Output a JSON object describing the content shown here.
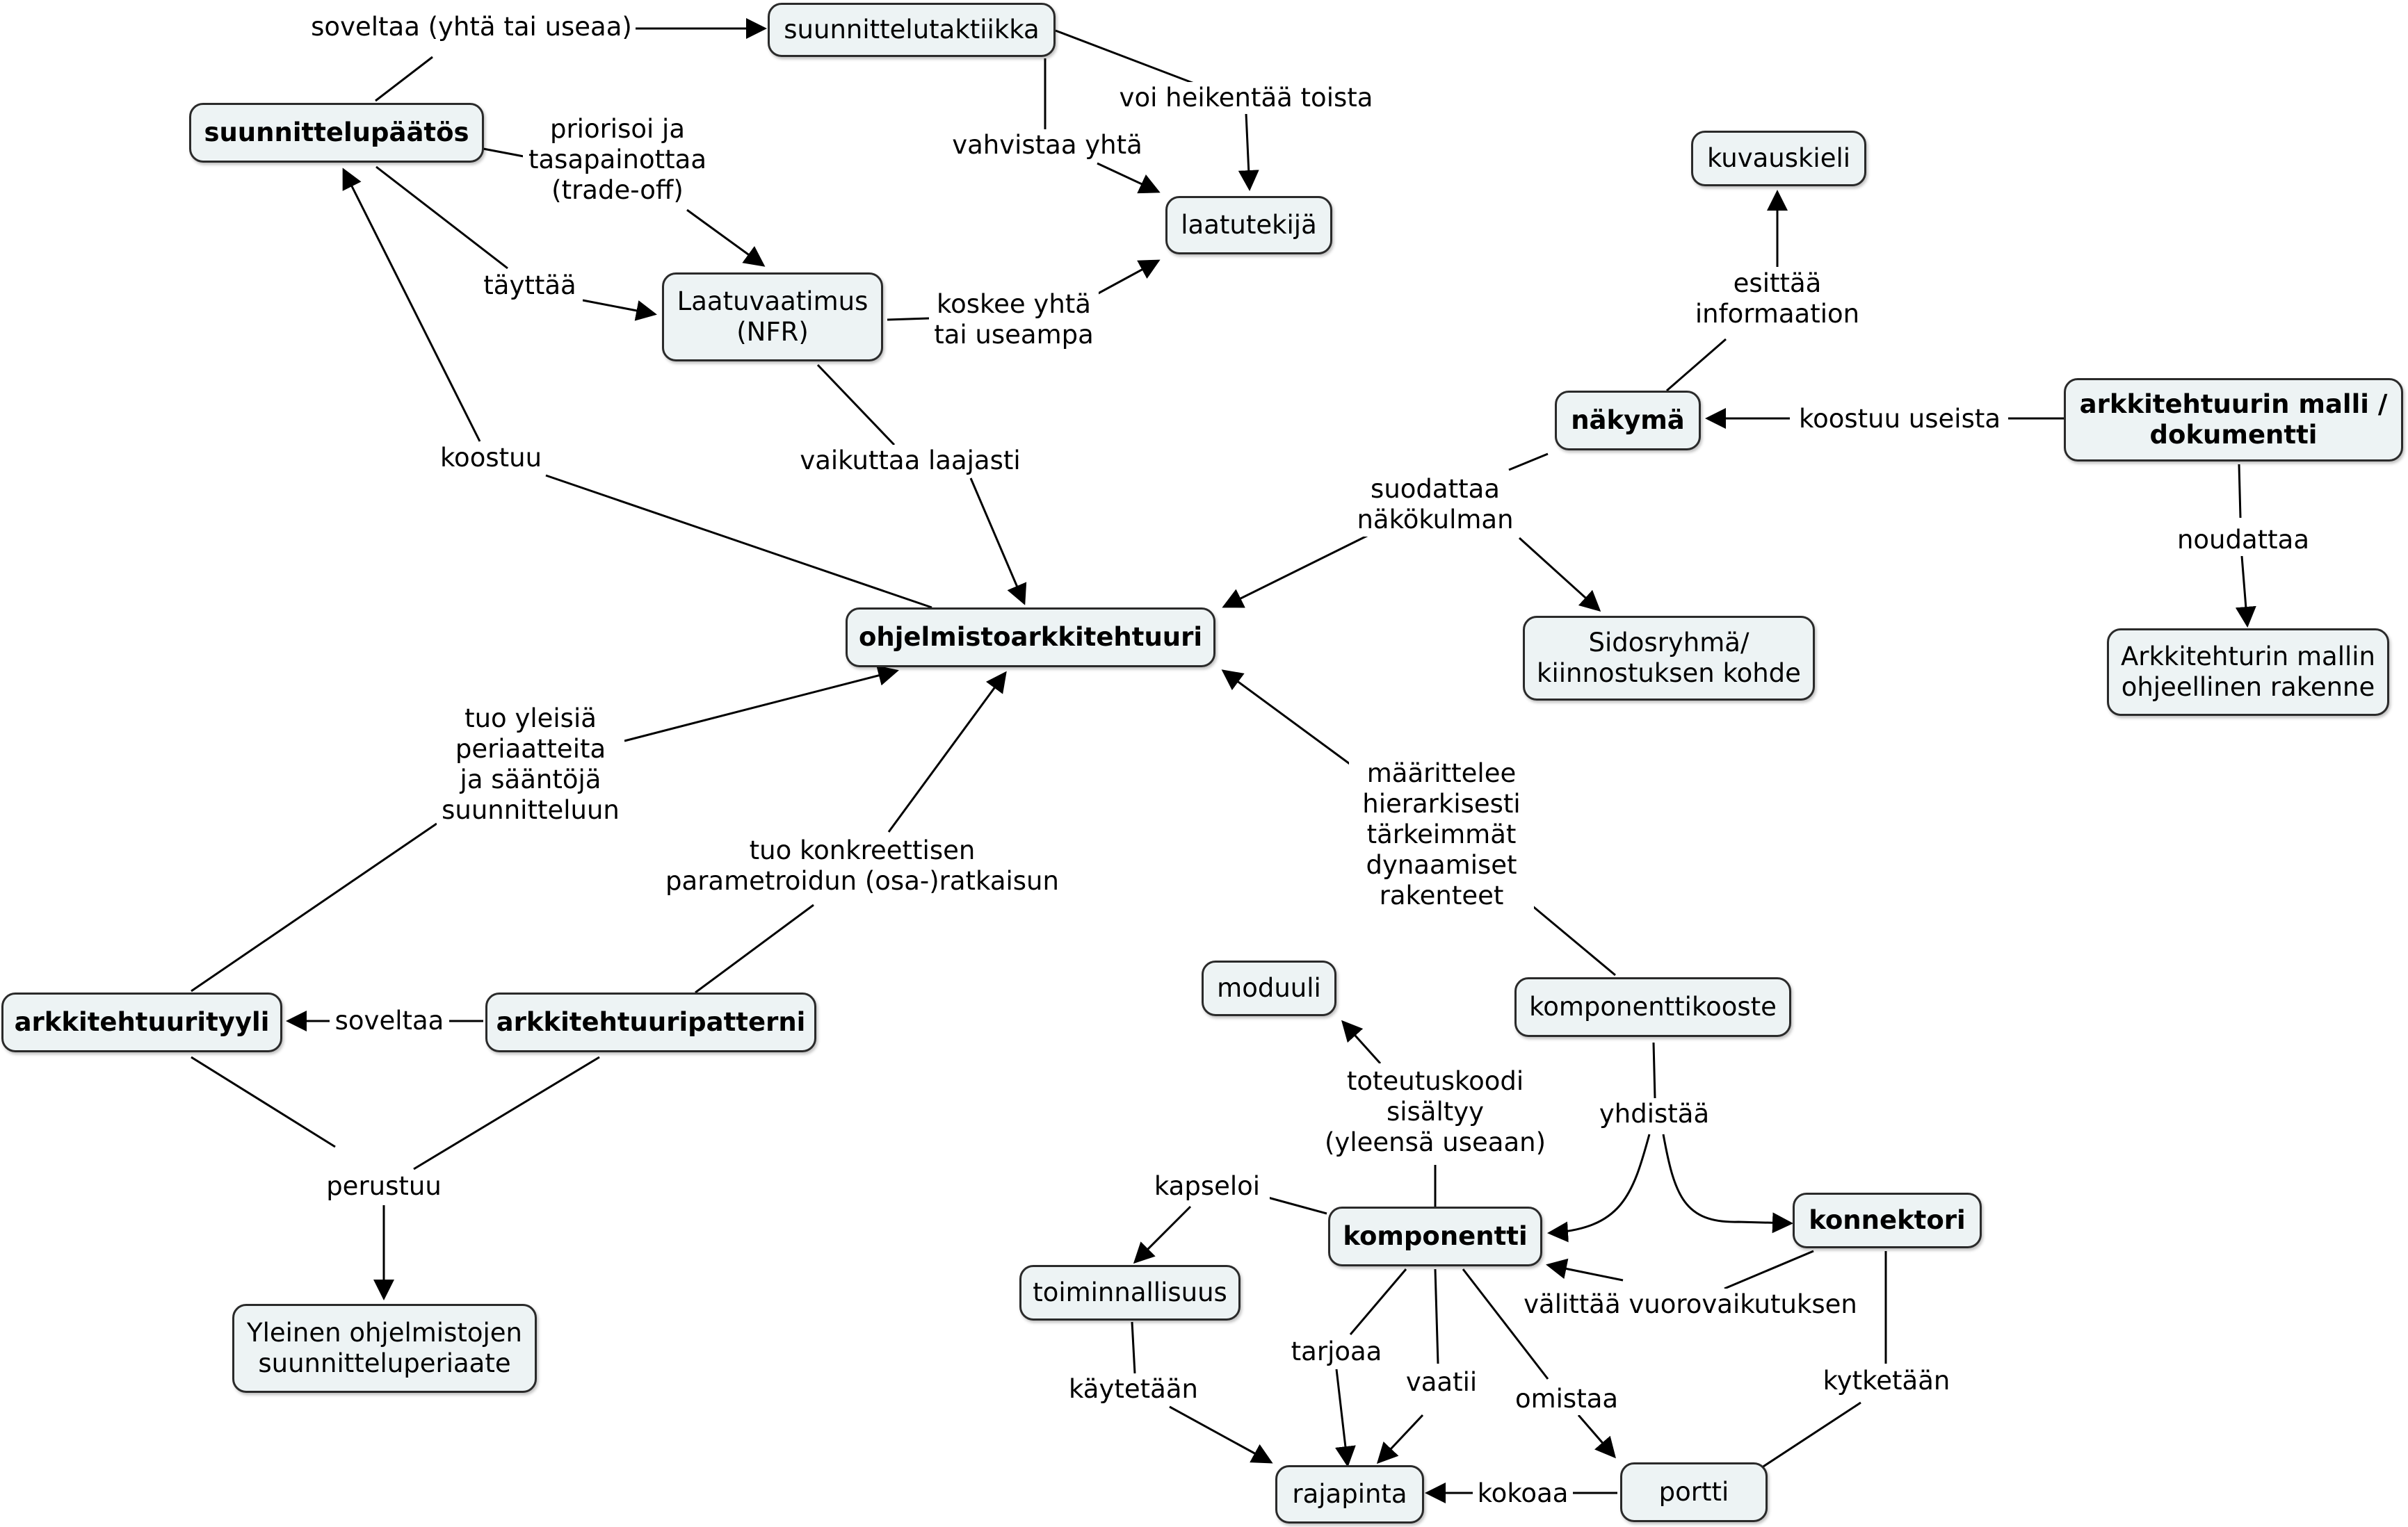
{
  "nodes": {
    "suunnittelupaatos": "suunnittelupäätös",
    "suunnittelutaktiikka": "suunnittelutaktiikka",
    "laatutekija": "laatutekijä",
    "laatuvaatimus": "Laatuvaatimus\n(NFR)",
    "kuvauskieli": "kuvauskieli",
    "nakyma": "näkymä",
    "arkkitehtuurin_malli": "arkkitehtuurin malli /\ndokumentti",
    "ohjelmistoarkkitehtuuri": "ohjelmistoarkkitehtuuri",
    "sidosryhma": "Sidosryhmä/\nkiinnostuksen kohde",
    "mallin_rakenne": "Arkkitehturin mallin\nohjeellinen rakenne",
    "arkkitehtuurityyli": "arkkitehtuurityyli",
    "arkkitehtuuripatterni": "arkkitehtuuripatterni",
    "moduuli": "moduuli",
    "komponenttikooste": "komponenttikooste",
    "yleinen_periaate": "Yleinen ohjelmistojen\nsuunnitteluperiaate",
    "komponentti": "komponentti",
    "konnektori": "konnektori",
    "toiminnallisuus": "toiminnallisuus",
    "rajapinta": "rajapinta",
    "portti": "portti"
  },
  "links": {
    "soveltaa_yhta": "soveltaa (yhtä tai useaa)",
    "voi_heikentaa": "voi heikentää toista",
    "vahvistaa_yhta": "vahvistaa yhtä",
    "priorisoi": "priorisoi ja\ntasapainottaa\n(trade-off)",
    "tayttaa": "täyttää",
    "koskee": "koskee yhtä\ntai useampa",
    "koostuu": "koostuu",
    "vaikuttaa": "vaikuttaa laajasti",
    "esittaa": "esittää\ninformaation",
    "koostuu_useista": "koostuu useista",
    "suodattaa": "suodattaa\nnäkökulman",
    "noudattaa": "noudattaa",
    "tuo_yleisia": "tuo yleisiä\nperiaatteita\nja sääntöjä\nsuunnitteluun",
    "tuo_konkreettisen": "tuo konkreettisen\nparametroidun (osa-)ratkaisun",
    "maarittelee": "määrittelee\nhierarkisesti\ntärkeimmät\ndynaamiset\nrakenteet",
    "soveltaa": "soveltaa",
    "perustuu": "perustuu",
    "toteutuskoodi": "toteutuskoodi\nsisältyy\n(yleensä useaan)",
    "yhdistaa": "yhdistää",
    "kapseloi": "kapseloi",
    "valittaa": "välittää vuorovaikutuksen",
    "tarjoaa": "tarjoaa",
    "vaatii": "vaatii",
    "omistaa": "omistaa",
    "kaytetaan": "käytetään",
    "kytketaan": "kytketään",
    "kokoaa": "kokoaa"
  },
  "colors": {
    "node_fill": "#edf3f4",
    "node_border": "#2a2a2a",
    "line": "#000000"
  }
}
